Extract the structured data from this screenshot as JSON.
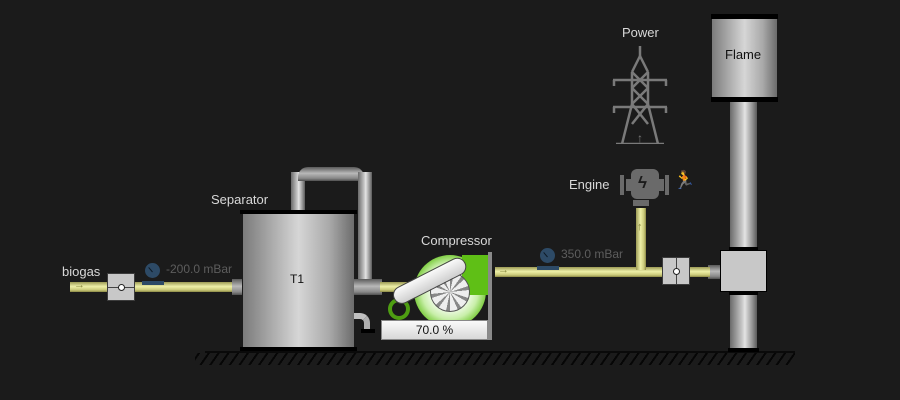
{
  "inlet": {
    "label": "biogas"
  },
  "inlet_gauge": {
    "value": "-200.0 mBar"
  },
  "separator": {
    "label": "Separator",
    "tag": "T1"
  },
  "compressor": {
    "label": "Compressor",
    "speed": "70.0 %",
    "speed_fraction": 0.7,
    "accent": "#5fbf16"
  },
  "outlet_gauge": {
    "value": "350.0 mBar"
  },
  "engine": {
    "label": "Engine",
    "status_icon": "running-icon",
    "status_color": "#22b14c"
  },
  "power": {
    "label": "Power"
  },
  "flame": {
    "label": "Flame"
  },
  "colors": {
    "gas_pipe": "#e8e89a",
    "gauge": "#2d4a66",
    "background": "#1b1b1b"
  }
}
